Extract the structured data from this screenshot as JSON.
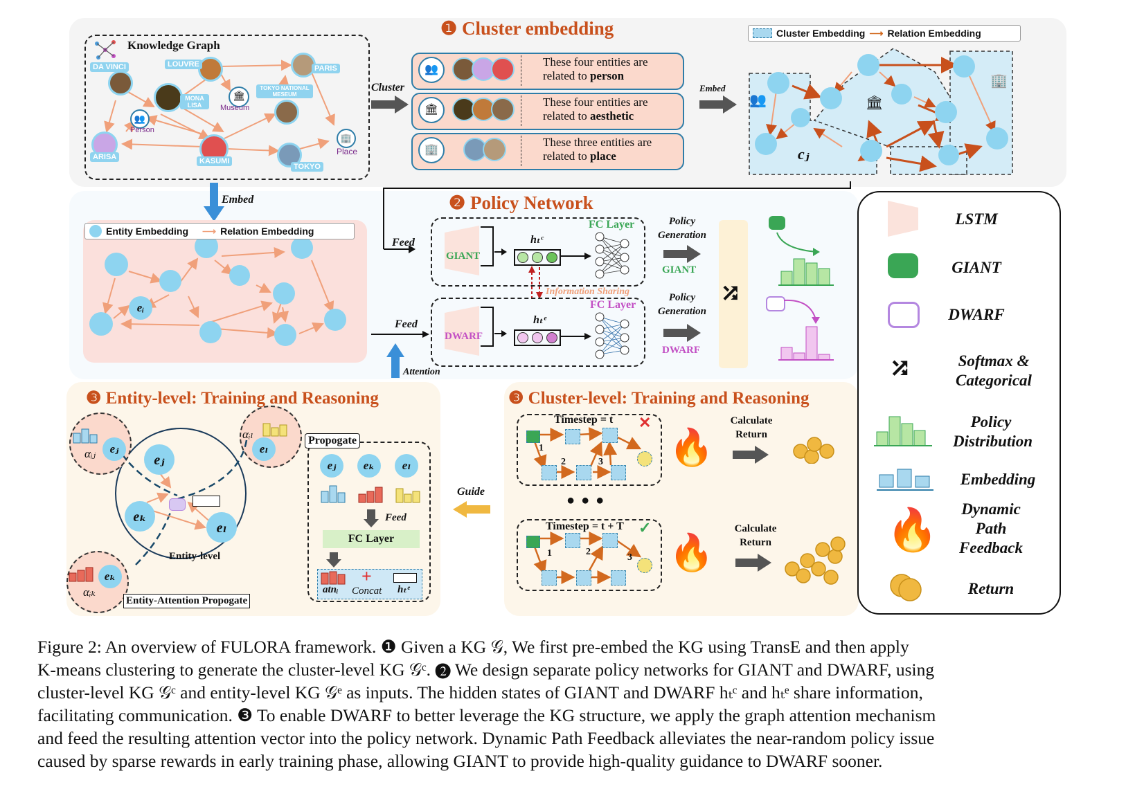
{
  "section1": {
    "title": "❶ Cluster embedding",
    "kg_title": "Knowledge Graph",
    "kg_labels": [
      "DA VINCI",
      "LOUVRE",
      "PARIS",
      "MONA LISA",
      "Museum",
      "TOKYO NATIONAL MESEUM",
      "Person",
      "ARISA",
      "KASUMI",
      "TOKYO",
      "Place"
    ],
    "cluster_arrow": "Cluster",
    "embed_arrow": "Embed",
    "clusters": [
      {
        "text_a": "These four entities are",
        "text_b": "related to ",
        "bold": "person"
      },
      {
        "text_a": "These four entities are",
        "text_b": "related to ",
        "bold": "aesthetic"
      },
      {
        "text_a": "These three entities are",
        "text_b": "related to ",
        "bold": "place"
      }
    ],
    "legend_cluster": "Cluster Embedding",
    "legend_relation": "Relation Embedding",
    "cj": "cⱼ"
  },
  "embed_down": "Embed",
  "entity_panel": {
    "legend_entity": "Entity Embedding",
    "legend_relation": "Relation Embedding",
    "ei": "eᵢ"
  },
  "section2": {
    "title": "❷ Policy Network",
    "feed_top": "Feed",
    "feed_bottom": "Feed",
    "attention": "Attention",
    "giant": "GIANT",
    "dwarf": "DWARF",
    "fc_top": "FC Layer",
    "fc_bottom": "FC Layer",
    "hc": "hₜᶜ",
    "he": "hₜᵉ",
    "info_sharing": "Information Sharing",
    "policy_gen_top": "Policy Generation",
    "policy_gen_bottom": "Policy Generation",
    "out_giant": "GIANT",
    "out_dwarf": "DWARF"
  },
  "section3a": {
    "title": "❸ Entity-level: Training and Reasoning",
    "propogate": "Propogate",
    "feed": "Feed",
    "fc_layer": "FC Layer",
    "atn": "atnᵢ",
    "concat": "Concat",
    "he": "hₜᵉ",
    "entity_level": "Entity-level",
    "attention_label": "Entity-Attention Propogate",
    "nodes": [
      "eⱼ",
      "eₖ",
      "eₗ"
    ],
    "alphas": [
      "αᵢⱼ",
      "αᵢₗ",
      "αᵢₖ"
    ],
    "guide": "Guide"
  },
  "section3b": {
    "title": "❸ Cluster-level: Training and Reasoning",
    "timestep_top": "Timestep = t",
    "timestep_bottom": "Timestep = t + T",
    "steps": [
      "1",
      "2",
      "3"
    ],
    "calc_return_top": "Calculate Return",
    "calc_return_bottom": "Calculate Return",
    "ellipsis": "● ● ●"
  },
  "legend": {
    "items": [
      {
        "icon": "lstm-icon",
        "label": "LSTM"
      },
      {
        "icon": "giant-robot-icon",
        "label": "GIANT"
      },
      {
        "icon": "dwarf-robot-icon",
        "label": "DWARF"
      },
      {
        "icon": "softmax-icon",
        "label": "Softmax & Categorical"
      },
      {
        "icon": "policy-distribution-icon",
        "label": "Policy Distribution"
      },
      {
        "icon": "embedding-icon",
        "label": "Embedding"
      },
      {
        "icon": "fire-icon",
        "label": "Dynamic Path Feedback"
      },
      {
        "icon": "coin-icon",
        "label": "Return"
      }
    ]
  },
  "caption": {
    "l1": "Figure 2: An overview of FULORA framework. ❶ Given a KG 𝒢, We first pre-embed the KG using TransE and then apply",
    "l2": "K-means clustering to generate the cluster-level KG 𝒢ᶜ. ❷ We design separate policy networks for GIANT and DWARF, using",
    "l3": "cluster-level KG 𝒢ᶜ and entity-level KG 𝒢ᵉ as inputs. The hidden states of GIANT and DWARF hₜᶜ and hₜᵉ share information,",
    "l4": "facilitating communication. ❸ To enable DWARF to better leverage the KG structure, we apply the graph attention mechanism",
    "l5": "and feed the resulting attention vector into the policy network. Dynamic Path Feedback alleviates the near-random policy issue",
    "l6": "caused by sparse rewards in early training phase, allowing GIANT to provide high-quality guidance to DWARF sooner."
  },
  "colors": {
    "accent": "#c8501c",
    "entity": "#8ed4f0",
    "giant": "#3aa655",
    "dwarf": "#c24fc4",
    "relation": "#f3a37a"
  }
}
